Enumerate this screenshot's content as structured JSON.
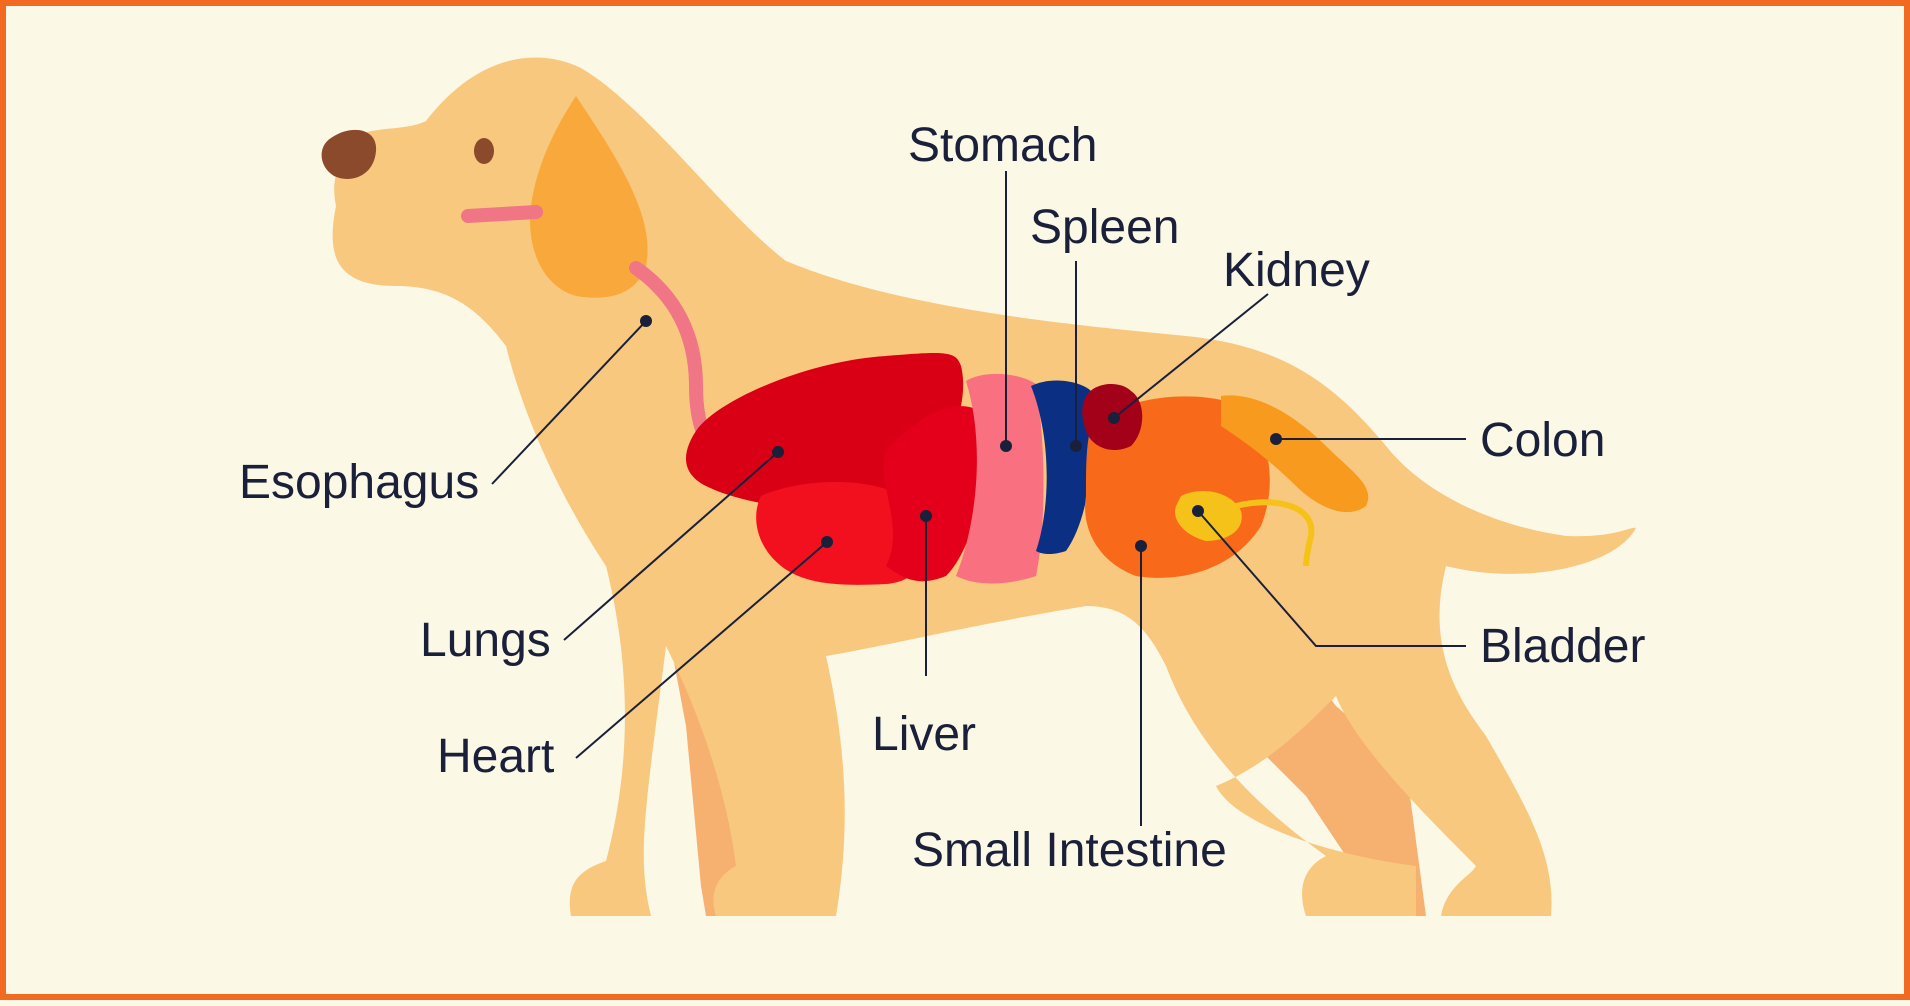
{
  "labels": {
    "stomach": "Stomach",
    "spleen": "Spleen",
    "kidney": "Kidney",
    "colon": "Colon",
    "esophagus": "Esophagus",
    "lungs": "Lungs",
    "heart": "Heart",
    "liver": "Liver",
    "small_intestine": "Small Intestine",
    "bladder": "Bladder"
  },
  "colors": {
    "background": "#fbf8e6",
    "border": "#f26a21",
    "dog_body": "#f8c87e",
    "dog_far_legs": "#f6b070",
    "ear": "#f9a93b",
    "nose": "#8b4a2b",
    "esophagus": "#f07585",
    "lungs": "#d90016",
    "heart": "#f2101f",
    "stomach": "#f97181",
    "spleen": "#0b2f83",
    "kidney": "#a3001a",
    "intestine": "#f86a1a",
    "colon": "#f89a1d",
    "bladder": "#f5c21a",
    "text": "#1a1f3a"
  }
}
